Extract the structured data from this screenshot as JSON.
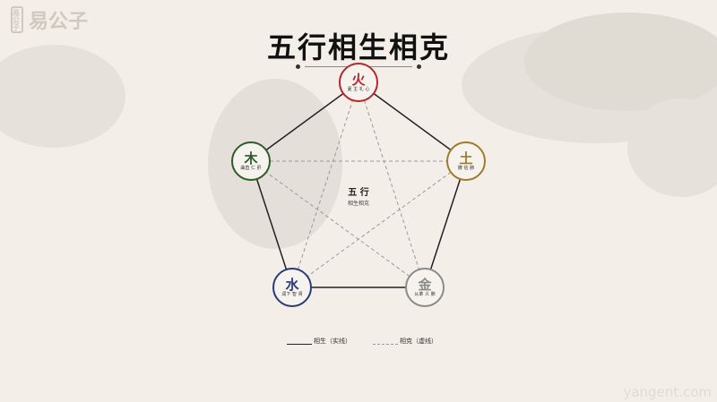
{
  "brand": {
    "seal_text": "易公子",
    "name": "易公子"
  },
  "title": "五行相生相克",
  "center": {
    "title": "五 行",
    "subtitle": "相生相克"
  },
  "elements": [
    {
      "id": "fire",
      "glyph": "火",
      "sub": "夏 主 礼 心",
      "color": "#b5272d"
    },
    {
      "id": "earth",
      "glyph": "土",
      "sub": "脾 信 肺",
      "color": "#a07a2a"
    },
    {
      "id": "metal",
      "glyph": "金",
      "sub": "从革 义 肺",
      "color": "#8a8a8a"
    },
    {
      "id": "water",
      "glyph": "水",
      "sub": "润下 智 肾",
      "color": "#2a3a7a"
    },
    {
      "id": "wood",
      "glyph": "木",
      "sub": "曲直 仁 肝",
      "color": "#2f5a2a"
    }
  ],
  "legend": {
    "generate": "相生（实线）",
    "restrain": "相克（虚线）"
  },
  "watermark": "yangent.com",
  "colors": {
    "background": "#f3efe8",
    "solid_line": "#222222",
    "dashed_line": "#999999"
  }
}
